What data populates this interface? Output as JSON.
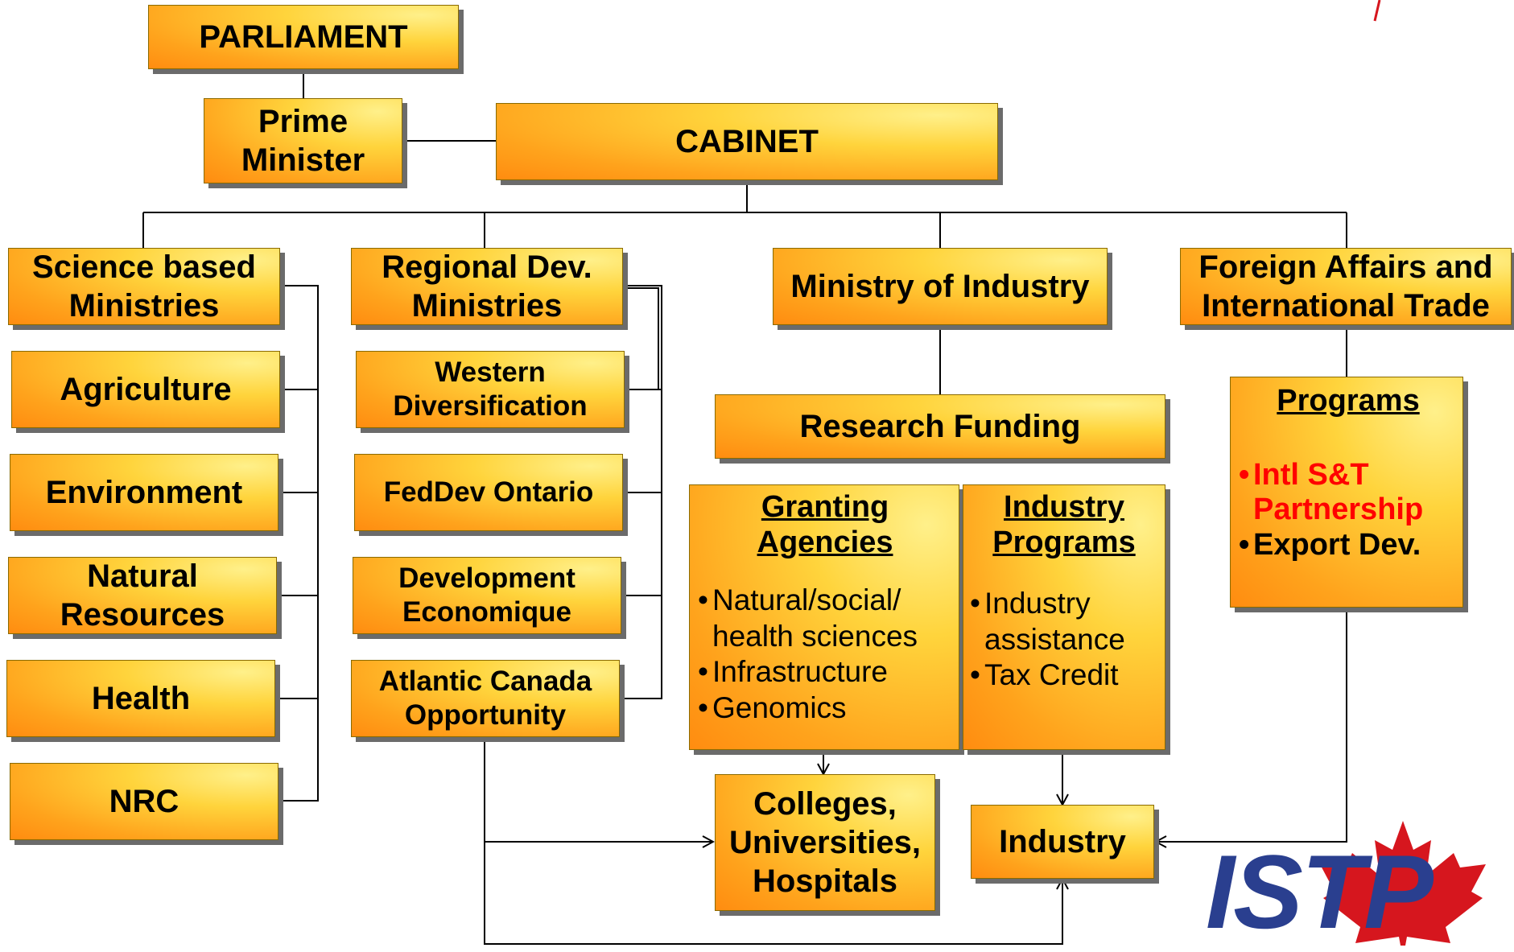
{
  "nodes": {
    "parliament": {
      "lines": [
        "PARLIAMENT"
      ]
    },
    "prime_minister": {
      "lines": [
        "Prime",
        "Minister"
      ]
    },
    "cabinet": {
      "lines": [
        "CABINET"
      ]
    },
    "science_ministries": {
      "lines": [
        "Science based",
        "Ministries"
      ]
    },
    "regional_ministries": {
      "lines": [
        "Regional Dev.",
        "Ministries"
      ]
    },
    "ministry_industry": {
      "lines": [
        "Ministry of Industry"
      ]
    },
    "foreign_affairs": {
      "lines": [
        "Foreign Affairs and",
        "International Trade"
      ]
    },
    "agriculture": {
      "lines": [
        "Agriculture"
      ]
    },
    "environment": {
      "lines": [
        "Environment"
      ]
    },
    "natural_resources": {
      "lines": [
        "Natural",
        "Resources"
      ]
    },
    "health": {
      "lines": [
        "Health"
      ]
    },
    "nrc": {
      "lines": [
        "NRC"
      ]
    },
    "western_diversification": {
      "lines": [
        "Western",
        "Diversification"
      ]
    },
    "feddev_ontario": {
      "lines": [
        "FedDev Ontario"
      ]
    },
    "development_economique": {
      "lines": [
        "Development",
        "Economique"
      ]
    },
    "atlantic_canada": {
      "lines": [
        "Atlantic Canada",
        "Opportunity"
      ]
    },
    "research_funding": {
      "lines": [
        "Research Funding"
      ]
    },
    "granting_agencies": {
      "heading": [
        "Granting",
        "Agencies"
      ],
      "items": [
        "Natural/social/ health sciences",
        "Infrastructure",
        "Genomics"
      ]
    },
    "industry_programs": {
      "heading": [
        "Industry",
        "Programs"
      ],
      "items": [
        "Industry assistance",
        "Tax Credit"
      ]
    },
    "programs": {
      "heading": "Programs",
      "items": [
        {
          "text": "Intl S&T Partnership",
          "color": "#ff0000"
        },
        {
          "text": "Export Dev.",
          "color": "#000000"
        }
      ]
    },
    "colleges": {
      "lines": [
        "Colleges,",
        "Universities,",
        "Hospitals"
      ]
    },
    "industry": {
      "lines": [
        "Industry"
      ]
    }
  },
  "logo": {
    "text": "ISTP",
    "text_color": "#2a3f8f",
    "leaf_color": "#d6161e"
  },
  "colors": {
    "box_light": "#fff08a",
    "box_dark": "#ff8c10",
    "shadow": "#6b6b6b",
    "line": "#000000",
    "highlight": "#ff0000"
  }
}
